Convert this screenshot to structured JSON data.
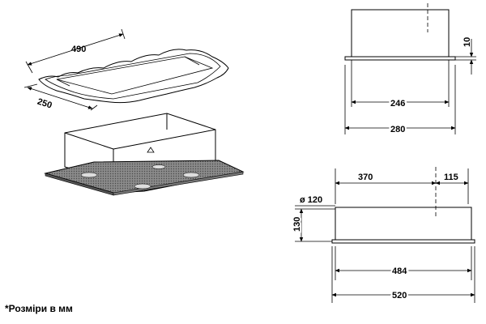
{
  "iso": {
    "length": "490",
    "width": "250"
  },
  "top_view": {
    "inner_width": "246",
    "outer_width": "280",
    "height": "10"
  },
  "side_view": {
    "duct_offset": "370",
    "duct_from_edge": "115",
    "duct_diameter": "ø 120",
    "body_height": "130",
    "inner_length": "484",
    "outer_length": "520"
  },
  "footnote": "*Розміри в мм",
  "colors": {
    "line": "#000000",
    "grille": "#6e6e6e",
    "background": "#ffffff"
  }
}
